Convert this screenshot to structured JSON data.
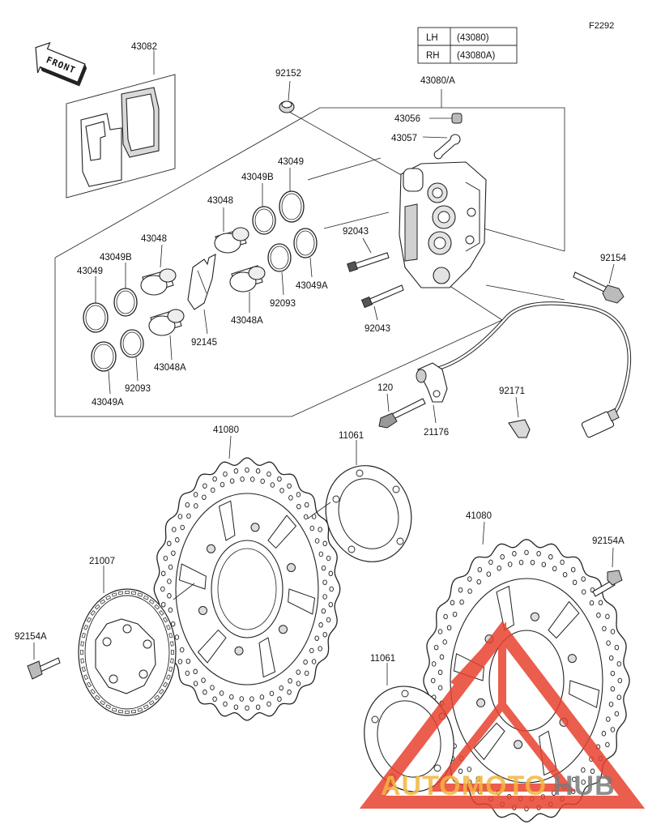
{
  "diagram_code": "F2292",
  "front_label": "FRONT",
  "side_table": [
    {
      "side": "LH",
      "part": "(43080)"
    },
    {
      "side": "RH",
      "part": "(43080A)"
    }
  ],
  "labels": {
    "p43082": "43082",
    "p92152": "92152",
    "p43080A": "43080/A",
    "p43056": "43056",
    "p43057": "43057",
    "p43049_top": "43049",
    "p43049B_top": "43049B",
    "p43048_top": "43048",
    "p43048_left": "43048",
    "p43049B_left": "43049B",
    "p43049_left": "43049",
    "p92043_top": "92043",
    "p92154": "92154",
    "p92093_mid": "92093",
    "p43049A_mid": "43049A",
    "p43048A_mid": "43048A",
    "p92145": "92145",
    "p43048A_left": "43048A",
    "p92093_left": "92093",
    "p43049A_left": "43049A",
    "p92043_bottom": "92043",
    "p120": "120",
    "p21176": "21176",
    "p92171": "92171",
    "p41080_left": "41080",
    "p11061_top": "11061",
    "p41080_right": "41080",
    "p92154A_right": "92154A",
    "p21007": "21007",
    "p92154A_left": "92154A",
    "p11061_bottom": "11061"
  },
  "watermark": {
    "text_part1": "AUTOMOTO",
    "text_part2": "HUB",
    "color_part1": "#f2b640",
    "color_part2": "#7a7a7a",
    "logo_color": "#e8412e"
  }
}
